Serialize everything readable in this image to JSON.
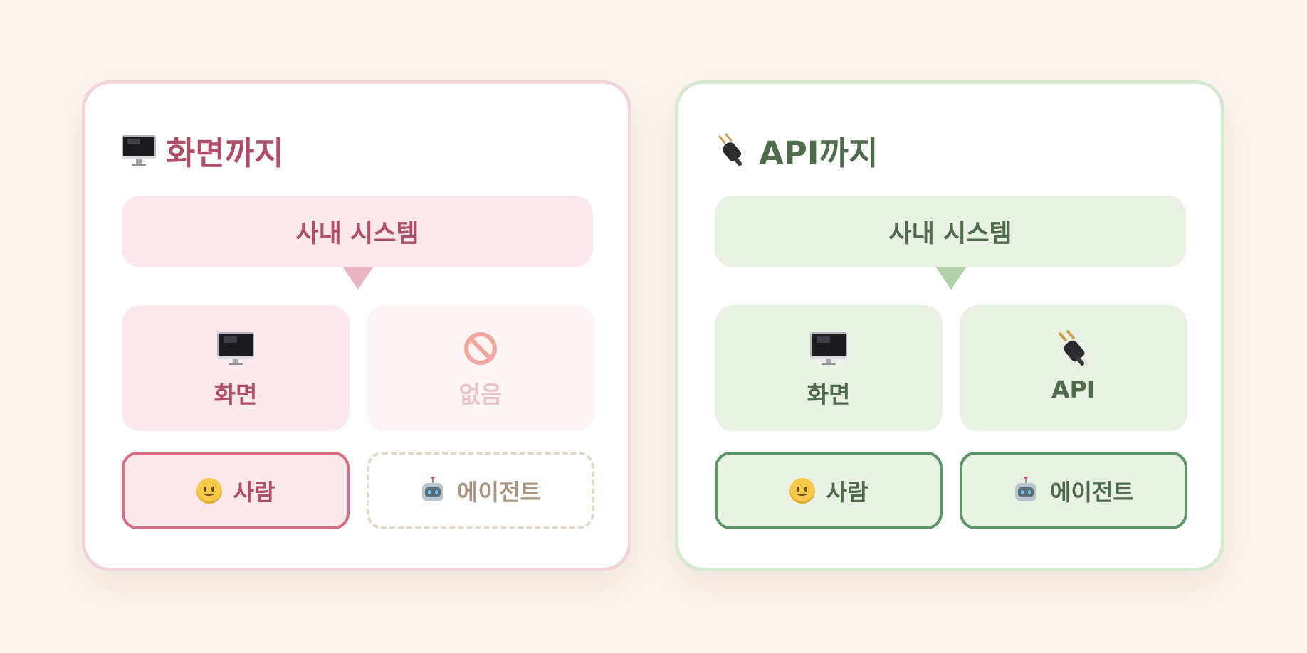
{
  "panels": [
    {
      "title": "화면까지",
      "title_icon": "desktop-computer-icon",
      "system_label": "사내 시스템",
      "interfaces": [
        {
          "label": "화면",
          "icon": "desktop-computer-icon",
          "state": "active"
        },
        {
          "label": "없음",
          "icon": "prohibited-icon",
          "state": "disabled"
        }
      ],
      "actors": [
        {
          "label": "사람",
          "icon": "smiling-face-icon",
          "state": "active"
        },
        {
          "label": "에이전트",
          "icon": "robot-icon",
          "state": "inactive"
        }
      ],
      "colors": {
        "border": "#f3d3da",
        "text": "#b04e68",
        "fill": "#fbe9ee",
        "actor_border": "#d36e83",
        "inactive_border": "#e3d8c6"
      }
    },
    {
      "title": "API까지",
      "title_icon": "electric-plug-icon",
      "system_label": "사내 시스템",
      "interfaces": [
        {
          "label": "화면",
          "icon": "desktop-computer-icon",
          "state": "active"
        },
        {
          "label": "API",
          "icon": "electric-plug-icon",
          "state": "active"
        }
      ],
      "actors": [
        {
          "label": "사람",
          "icon": "smiling-face-icon",
          "state": "active"
        },
        {
          "label": "에이전트",
          "icon": "robot-icon",
          "state": "active"
        }
      ],
      "colors": {
        "border": "#d5e8d0",
        "text": "#4e6c4c",
        "fill": "#e8f1e4",
        "actor_border": "#5e9466"
      }
    }
  ],
  "background_color": "#fcf5ef"
}
